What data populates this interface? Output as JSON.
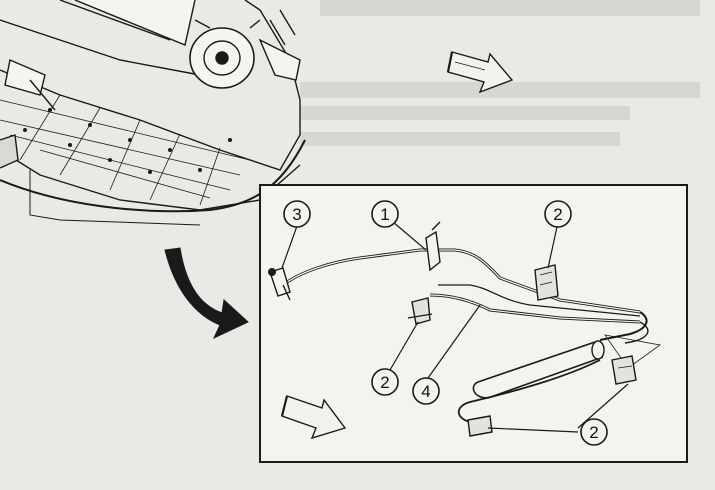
{
  "header_text": "",
  "callouts": [
    {
      "id": "c3",
      "label": "3"
    },
    {
      "id": "c1",
      "label": "1"
    },
    {
      "id": "c2a",
      "label": "2"
    },
    {
      "id": "c2b",
      "label": "2"
    },
    {
      "id": "c4",
      "label": "4"
    },
    {
      "id": "c2c",
      "label": "2"
    }
  ],
  "colors": {
    "ink": "#1a1a1a",
    "paper": "#e9e9e6",
    "inset": "#f3f3f0",
    "faint": "#cfcfcc"
  }
}
